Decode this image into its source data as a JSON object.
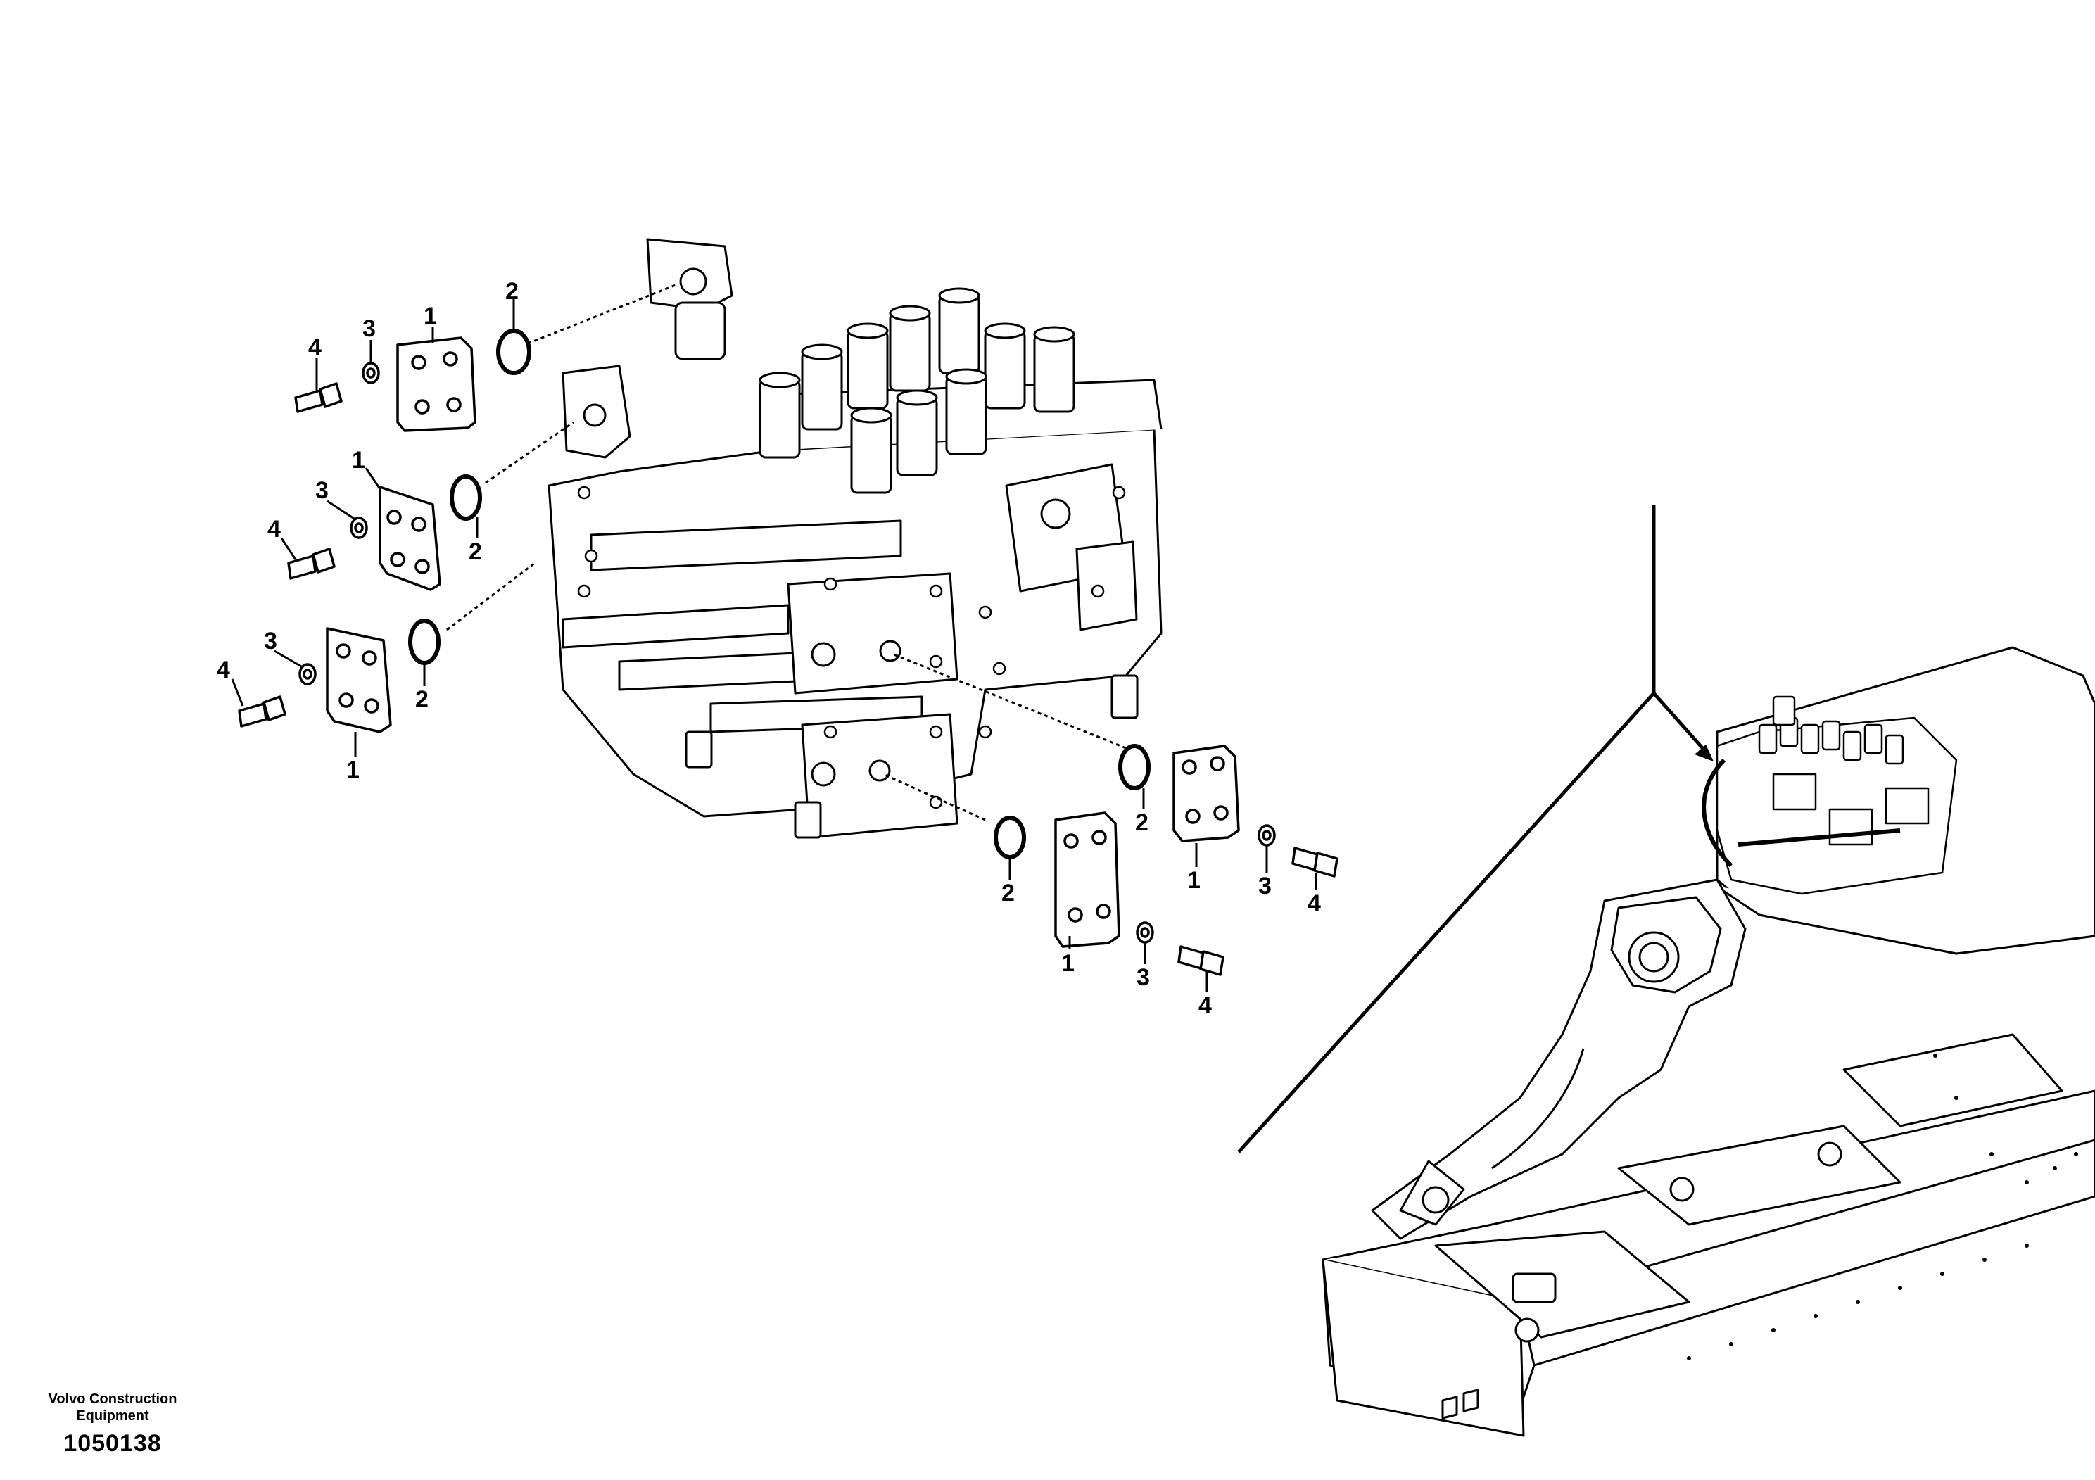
{
  "callouts": [
    {
      "label": "1",
      "part": "cover-plate"
    },
    {
      "label": "2",
      "part": "o-ring"
    },
    {
      "label": "3",
      "part": "washer"
    },
    {
      "label": "4",
      "part": "screw"
    }
  ],
  "footer": {
    "maker_line1": "Volvo Construction",
    "maker_line2": "Equipment",
    "drawing_number": "1050138"
  }
}
